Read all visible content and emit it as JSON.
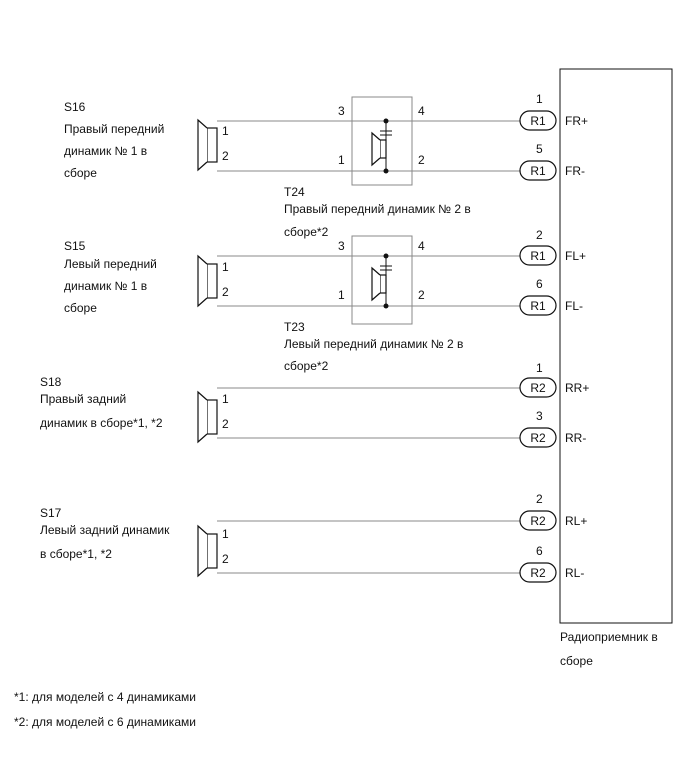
{
  "radio": {
    "name": "Радиоприемник в",
    "name2": "сборе"
  },
  "notes": [
    "*1: для моделей с 4 динамиками",
    "*2: для моделей с 6 динамиками"
  ],
  "pin_labels": {
    "one": "1",
    "two": "2",
    "three": "3",
    "four": "4"
  },
  "speakers": [
    {
      "code": "S16",
      "lines": [
        "Правый передний",
        "динамик № 1 в",
        "сборе"
      ]
    },
    {
      "code": "S15",
      "lines": [
        "Левый передний",
        "динамик № 1 в",
        "сборе"
      ]
    },
    {
      "code": "S18",
      "lines": [
        "Правый задний",
        "динамик в сборе*1, *2"
      ]
    },
    {
      "code": "S17",
      "lines": [
        "Левый задний динамик",
        "в сборе*1, *2"
      ]
    }
  ],
  "tweeters": [
    {
      "code": "T24",
      "lines": [
        "Правый передний динамик № 2 в",
        "сборе*2"
      ]
    },
    {
      "code": "T23",
      "lines": [
        "Левый передний динамик № 2 в",
        "сборе*2"
      ]
    }
  ],
  "connectors": [
    {
      "pin": "1",
      "conn": "R1",
      "signal": "FR+"
    },
    {
      "pin": "5",
      "conn": "R1",
      "signal": "FR-"
    },
    {
      "pin": "2",
      "conn": "R1",
      "signal": "FL+"
    },
    {
      "pin": "6",
      "conn": "R1",
      "signal": "FL-"
    },
    {
      "pin": "1",
      "conn": "R2",
      "signal": "RR+"
    },
    {
      "pin": "3",
      "conn": "R2",
      "signal": "RR-"
    },
    {
      "pin": "2",
      "conn": "R2",
      "signal": "RL+"
    },
    {
      "pin": "6",
      "conn": "R2",
      "signal": "RL-"
    }
  ]
}
